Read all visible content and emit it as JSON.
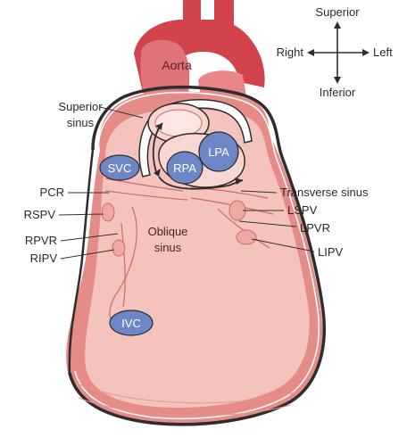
{
  "compass": {
    "superior": "Superior",
    "inferior": "Inferior",
    "right": "Right",
    "left": "Left"
  },
  "labels": {
    "aorta": "Aorta",
    "superior_sinus_line1": "Superior",
    "superior_sinus_line2": "sinus",
    "svc": "SVC",
    "rpa": "RPA",
    "lpa": "LPA",
    "pcr": "PCR",
    "rspv": "RSPV",
    "rpvr": "RPVR",
    "ripv": "RIPV",
    "transverse_sinus": "Transverse sinus",
    "lspv": "LSPV",
    "lpvr": "LPVR",
    "lipv": "LIPV",
    "oblique_sinus_line1": "Oblique",
    "oblique_sinus_line2": "sinus",
    "ivc": "IVC"
  },
  "colors": {
    "pericardium_outer": "#e58c88",
    "pericardium_inner": "#f4c3bd",
    "heart_wall": "#f2b3ac",
    "great_vessel": "#d2434b",
    "vessel_blue": "#6f86c6",
    "line_dark": "#2d2d2d"
  }
}
